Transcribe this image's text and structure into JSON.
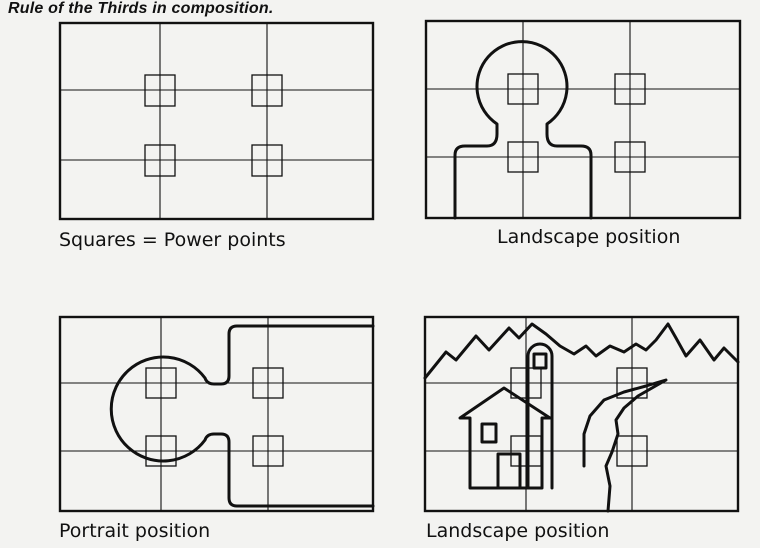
{
  "title": "Rule of the Thirds in composition.",
  "panels": [
    {
      "caption": "Squares = Power points"
    },
    {
      "caption": "Landscape position"
    },
    {
      "caption": "Portrait position"
    },
    {
      "caption": "Landscape position"
    }
  ],
  "colors": {
    "ink": "#111111",
    "paper": "#f3f3f1"
  }
}
